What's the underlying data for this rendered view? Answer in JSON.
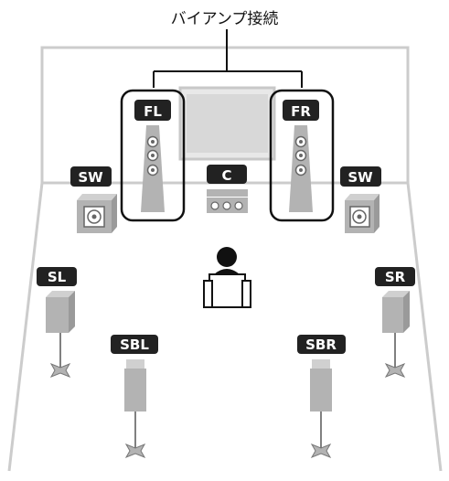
{
  "title": "バイアンプ接続",
  "speakers": {
    "fl": "FL",
    "fr": "FR",
    "c": "C",
    "sw_left": "SW",
    "sw_right": "SW",
    "sl": "SL",
    "sr": "SR",
    "sbl": "SBL",
    "sbr": "SBR"
  },
  "icons": {
    "listener": "listener-icon",
    "tv": "tv-screen-icon",
    "tower": "tower-speaker-icon",
    "subwoofer": "subwoofer-icon"
  },
  "colors": {
    "label_bg": "#222222",
    "speaker_fill": "#b3b3b3",
    "room_outline": "#c8c8c8",
    "wire": "#111111"
  }
}
